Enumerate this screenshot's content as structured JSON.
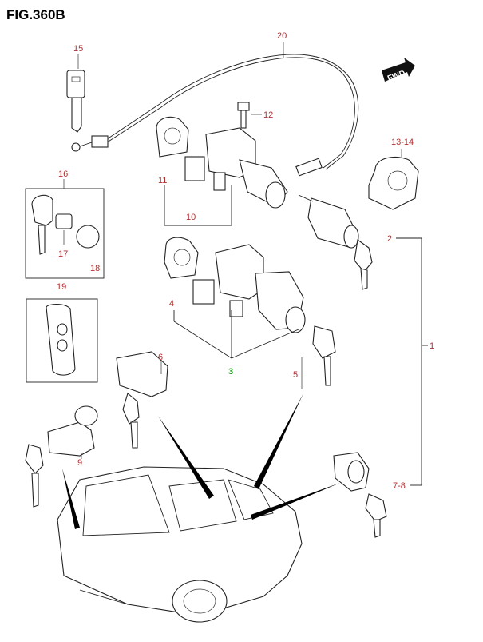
{
  "figure_title": "FIG.360B",
  "fwd_label": "FWD",
  "labels": {
    "p20": "20",
    "p15": "15",
    "p12": "12",
    "p13_14": "13-14",
    "p11": "11",
    "p10": "10",
    "p16": "16",
    "p17": "17",
    "p18": "18",
    "p2": "2",
    "p19": "19",
    "p4": "4",
    "p1": "1",
    "p6": "6",
    "p3": "3",
    "p5": "5",
    "p9": "9",
    "p7_8": "7-8"
  },
  "colors": {
    "label_text": "#b03030",
    "highlight_label": "#1a9a1a",
    "line": "#222222"
  }
}
